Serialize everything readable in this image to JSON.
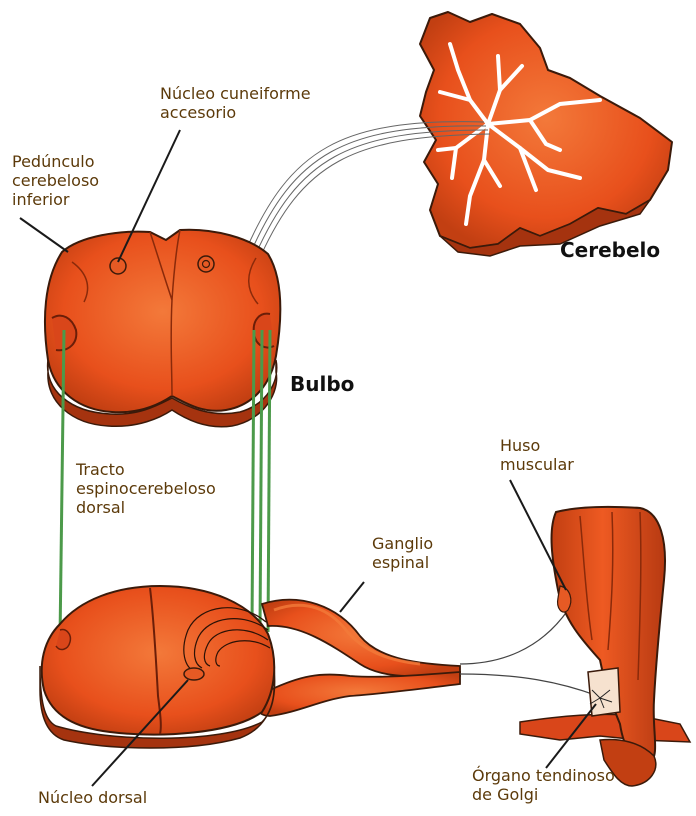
{
  "labels": {
    "nucleo_cuneiforme": "Núcleo cuneiforme\naccesorio",
    "pedunculo": "Pedúnculo\ncerebeloso\ninferior",
    "cerebelo": "Cerebelo",
    "bulbo": "Bulbo",
    "tracto": "Tracto\nespinocerebeloso\ndorsal",
    "huso": "Huso\nmuscular",
    "ganglio": "Ganglio\nespinal",
    "nucleo_dorsal": "Núcleo dorsal",
    "organo": "Órgano tendinoso\nde Golgi"
  },
  "colors": {
    "tissue": "#e8501c",
    "tissue_dark": "#b73a12",
    "tissue_light": "#f27a3a",
    "outline": "#3b1a0a",
    "tract": "#4c9a4a",
    "label_text": "#5c3a0a",
    "title_text": "#111111"
  }
}
